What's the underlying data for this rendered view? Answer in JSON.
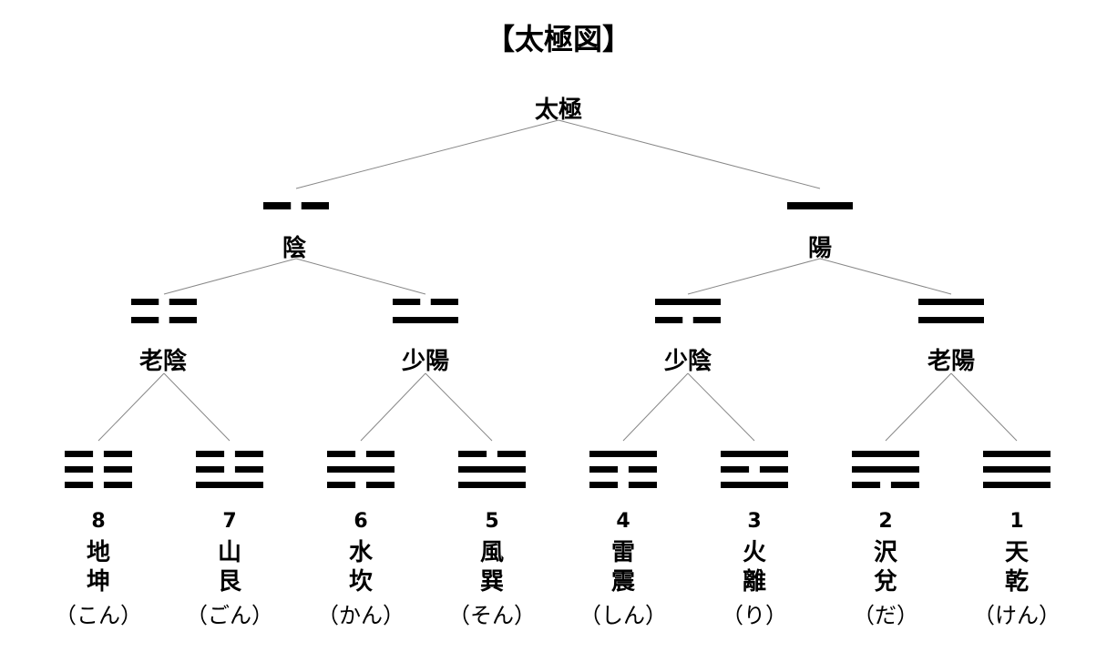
{
  "title": "【太極図】",
  "root": {
    "label": "太極"
  },
  "level1": [
    {
      "label": "陰",
      "lines": [
        0
      ]
    },
    {
      "label": "陽",
      "lines": [
        1
      ]
    }
  ],
  "level2": [
    {
      "label": "老陰",
      "lines": [
        0,
        0
      ]
    },
    {
      "label": "少陽",
      "lines": [
        1,
        0
      ]
    },
    {
      "label": "少陰",
      "lines": [
        0,
        1
      ]
    },
    {
      "label": "老陽",
      "lines": [
        1,
        1
      ]
    }
  ],
  "level3": [
    {
      "number": "8",
      "nature": "地",
      "name": "坤",
      "reading": "（こん）",
      "lines": [
        0,
        0,
        0
      ]
    },
    {
      "number": "7",
      "nature": "山",
      "name": "艮",
      "reading": "（ごん）",
      "lines": [
        1,
        0,
        0
      ]
    },
    {
      "number": "6",
      "nature": "水",
      "name": "坎",
      "reading": "（かん）",
      "lines": [
        0,
        1,
        0
      ]
    },
    {
      "number": "5",
      "nature": "風",
      "name": "巽",
      "reading": "（そん）",
      "lines": [
        1,
        1,
        0
      ]
    },
    {
      "number": "4",
      "nature": "雷",
      "name": "震",
      "reading": "（しん）",
      "lines": [
        0,
        0,
        1
      ]
    },
    {
      "number": "3",
      "nature": "火",
      "name": "離",
      "reading": "（り）",
      "lines": [
        1,
        0,
        1
      ]
    },
    {
      "number": "2",
      "nature": "沢",
      "name": "兌",
      "reading": "（だ）",
      "lines": [
        0,
        1,
        1
      ]
    },
    {
      "number": "1",
      "nature": "天",
      "name": "乾",
      "reading": "（けん）",
      "lines": [
        1,
        1,
        1
      ]
    }
  ]
}
